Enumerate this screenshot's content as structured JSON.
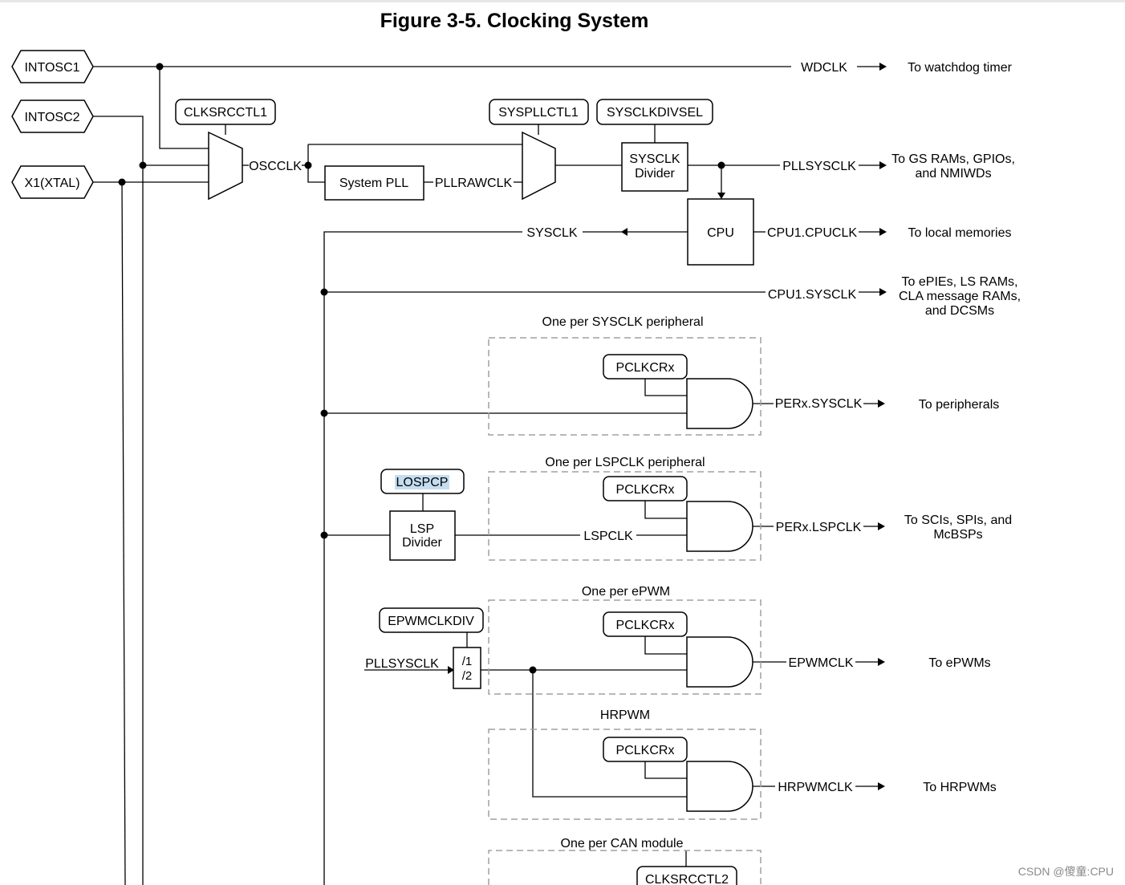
{
  "title": "Figure 3-5. Clocking System",
  "sources": {
    "intosc1": "INTOSC1",
    "intosc2": "INTOSC2",
    "x1": "X1(XTAL)"
  },
  "registers": {
    "clksrcctl1": "CLKSRCCTL1",
    "syspllctl1": "SYSPLLCTL1",
    "sysclkdivsel": "SYSCLKDIVSEL",
    "pclkcrx": "PCLKCRx",
    "lospcp": "LOSPCP",
    "epwmclkdiv": "EPWMCLKDIV",
    "clksrcctl2": "CLKSRCCTL2"
  },
  "blocks": {
    "system_pll": "System PLL",
    "sysclk_divider_line1": "SYSCLK",
    "sysclk_divider_line2": "Divider",
    "cpu": "CPU",
    "lsp_divider_line1": "LSP",
    "lsp_divider_line2": "Divider",
    "div1": "/1",
    "div2": "/2"
  },
  "signals": {
    "wdclk": "WDCLK",
    "oscclk": "OSCCLK",
    "pllrawclk": "PLLRAWCLK",
    "pllsysclk": "PLLSYSCLK",
    "sysclk": "SYSCLK",
    "cpu1_cpuclk": "CPU1.CPUCLK",
    "cpu1_sysclk": "CPU1.SYSCLK",
    "perx_sysclk": "PERx.SYSCLK",
    "lspclk": "LSPCLK",
    "perx_lspclk": "PERx.LSPCLK",
    "pllsysclk_in": "PLLSYSCLK",
    "epwmclk": "EPWMCLK",
    "hrpwmclk": "HRPWMCLK"
  },
  "destinations": {
    "watchdog": "To watchdog timer",
    "gs_rams_1": "To GS RAMs, GPIOs,",
    "gs_rams_2": "and NMIWDs",
    "local_memories": "To local memories",
    "epies_1": "To ePIEs, LS RAMs,",
    "epies_2": "CLA message RAMs,",
    "epies_3": "and DCSMs",
    "peripherals": "To peripherals",
    "scis_1": "To SCIs, SPIs, and",
    "scis_2": "McBSPs",
    "epwms": "To ePWMs",
    "hrpwms": "To HRPWMs"
  },
  "groups": {
    "sysclk_peripheral": "One per SYSCLK peripheral",
    "lspclk_peripheral": "One per LSPCLK peripheral",
    "epwm": "One per ePWM",
    "hrpwm": "HRPWM",
    "can_module": "One per CAN module"
  },
  "watermark": "CSDN @傻童:CPU",
  "colors": {
    "line": "#000000",
    "dashed_group": "#a0a0a0",
    "text_highlight": "#c5ddf1",
    "watermark": "#8a8a8a"
  }
}
